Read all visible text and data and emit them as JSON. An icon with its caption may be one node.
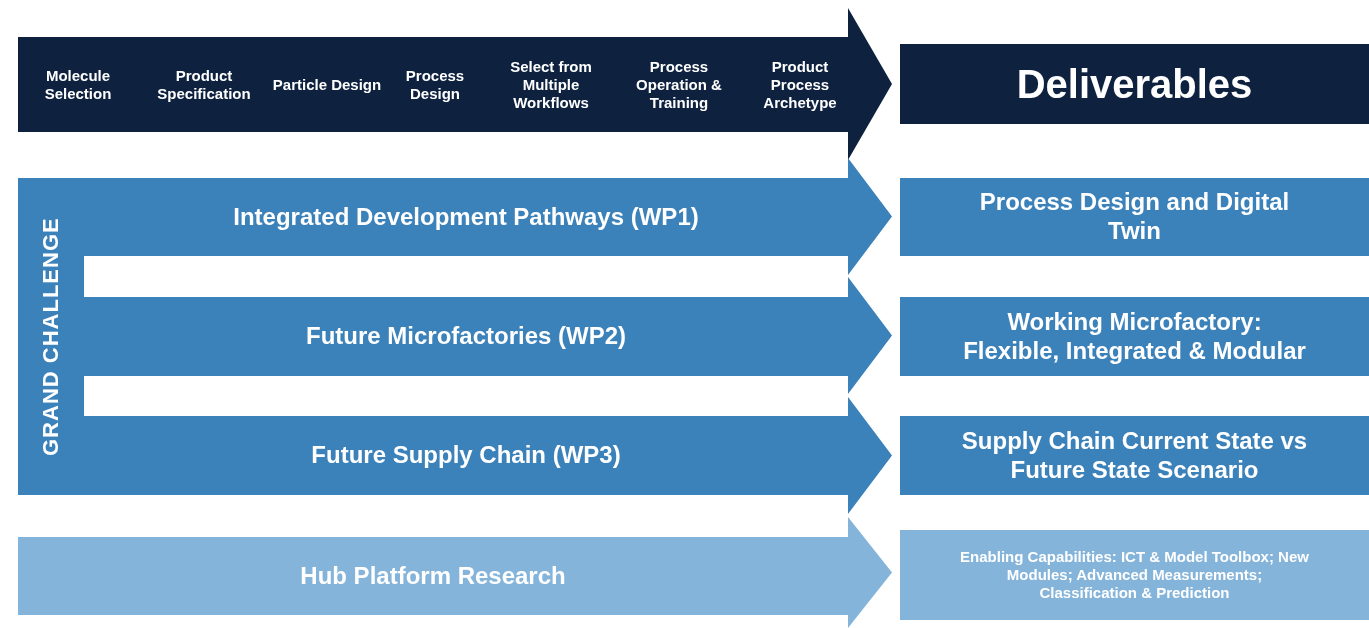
{
  "diagram": {
    "nodes": [
      {
        "text": [
          "Molecule Selection",
          "Product Specification",
          "Particle Design",
          "Process Design",
          "Select from Multiple Workflows",
          "Process Operation & Training",
          "Product Process Archetype"
        ]
      },
      {
        "text": [
          "Deliverables"
        ]
      },
      {
        "text": [
          "GRAND CHALLENGE"
        ]
      },
      {
        "text": [
          "Integrated Development Pathways (WP1)"
        ]
      },
      {
        "text": [
          "Process Design and Digital Twin"
        ]
      },
      {
        "text": [
          "Future Microfactories (WP2)"
        ]
      },
      {
        "text": [
          "Working Microfactory: Flexible, Integrated & Modular"
        ]
      },
      {
        "text": [
          "Future Supply Chain (WP3)"
        ]
      },
      {
        "text": [
          "Supply Chain Current State vs Future State Scenario"
        ]
      },
      {
        "text": [
          "Hub Platform Research"
        ]
      },
      {
        "text": [
          "Enabling Capabilities: ICT & Model Toolbox; New Modules; Advanced Measurements; Classification & Prediction"
        ]
      }
    ],
    "edges": []
  }
}
